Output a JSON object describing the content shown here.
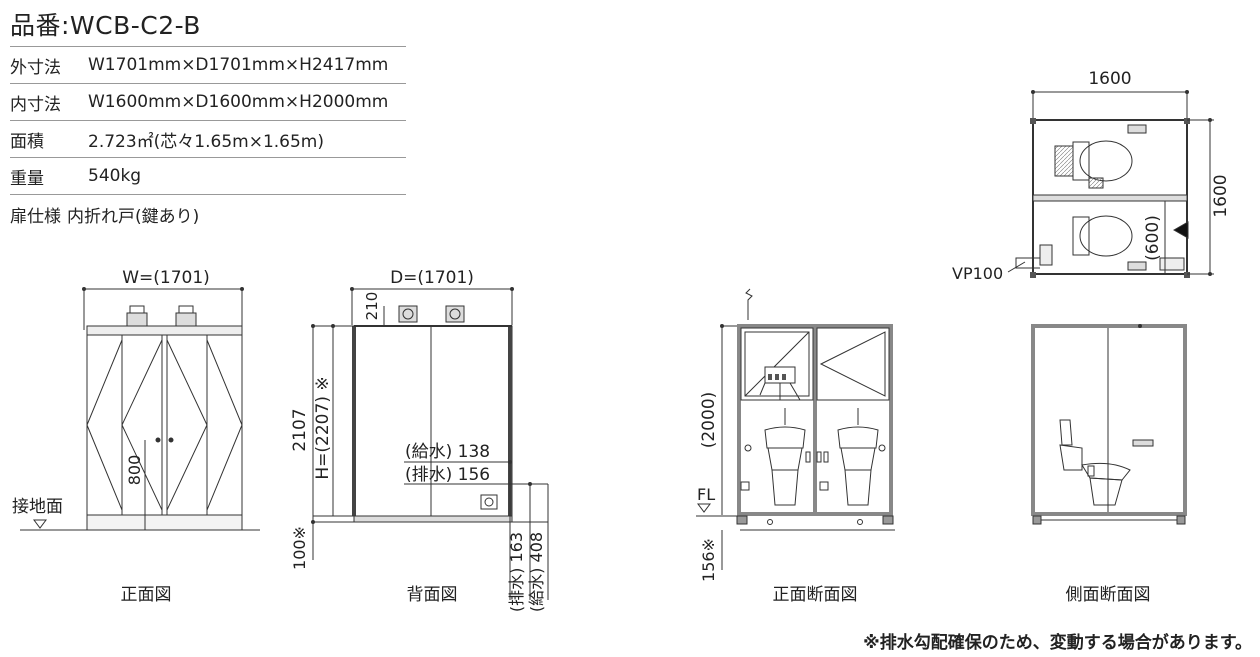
{
  "product": {
    "label": "品番:WCB-C2-B"
  },
  "specs": [
    {
      "key": "外寸法",
      "value": "W1701mm×D1701mm×H2417mm"
    },
    {
      "key": "内寸法",
      "value": "W1600mm×D1600mm×H2000mm"
    },
    {
      "key": "面積",
      "value": "2.723㎡(芯々1.65m×1.65m)"
    },
    {
      "key": "重量",
      "value": "540kg"
    }
  ],
  "door": {
    "key": "扉仕様",
    "value": "内折れ戸(鍵あり)"
  },
  "views": {
    "front": {
      "caption": "正面図",
      "width_label": "W=(1701)",
      "height_label": "800",
      "ground_label": "接地面"
    },
    "back": {
      "caption": "背面図",
      "depth_label": "D=(1701)",
      "top_label": "210",
      "height_label": "2107",
      "total_height_label": "H=(2207) ※",
      "bottom_label": "100※",
      "supply_label": "(給水) 138",
      "drain_label": "(排水) 156",
      "drain_side_label": "(排水) 163",
      "supply_side_label": "(給水) 408"
    },
    "section_front": {
      "caption": "正面断面図",
      "height_label": "(2000)",
      "fl_label": "FL",
      "bottom_label": "156※"
    },
    "section_side": {
      "caption": "側面断面図"
    },
    "plan": {
      "width_label": "1600",
      "depth_label": "1600",
      "sub_label": "(600)",
      "pipe_label": "VP100"
    }
  },
  "footnote": "※排水勾配確保のため、変動する場合があります。"
}
